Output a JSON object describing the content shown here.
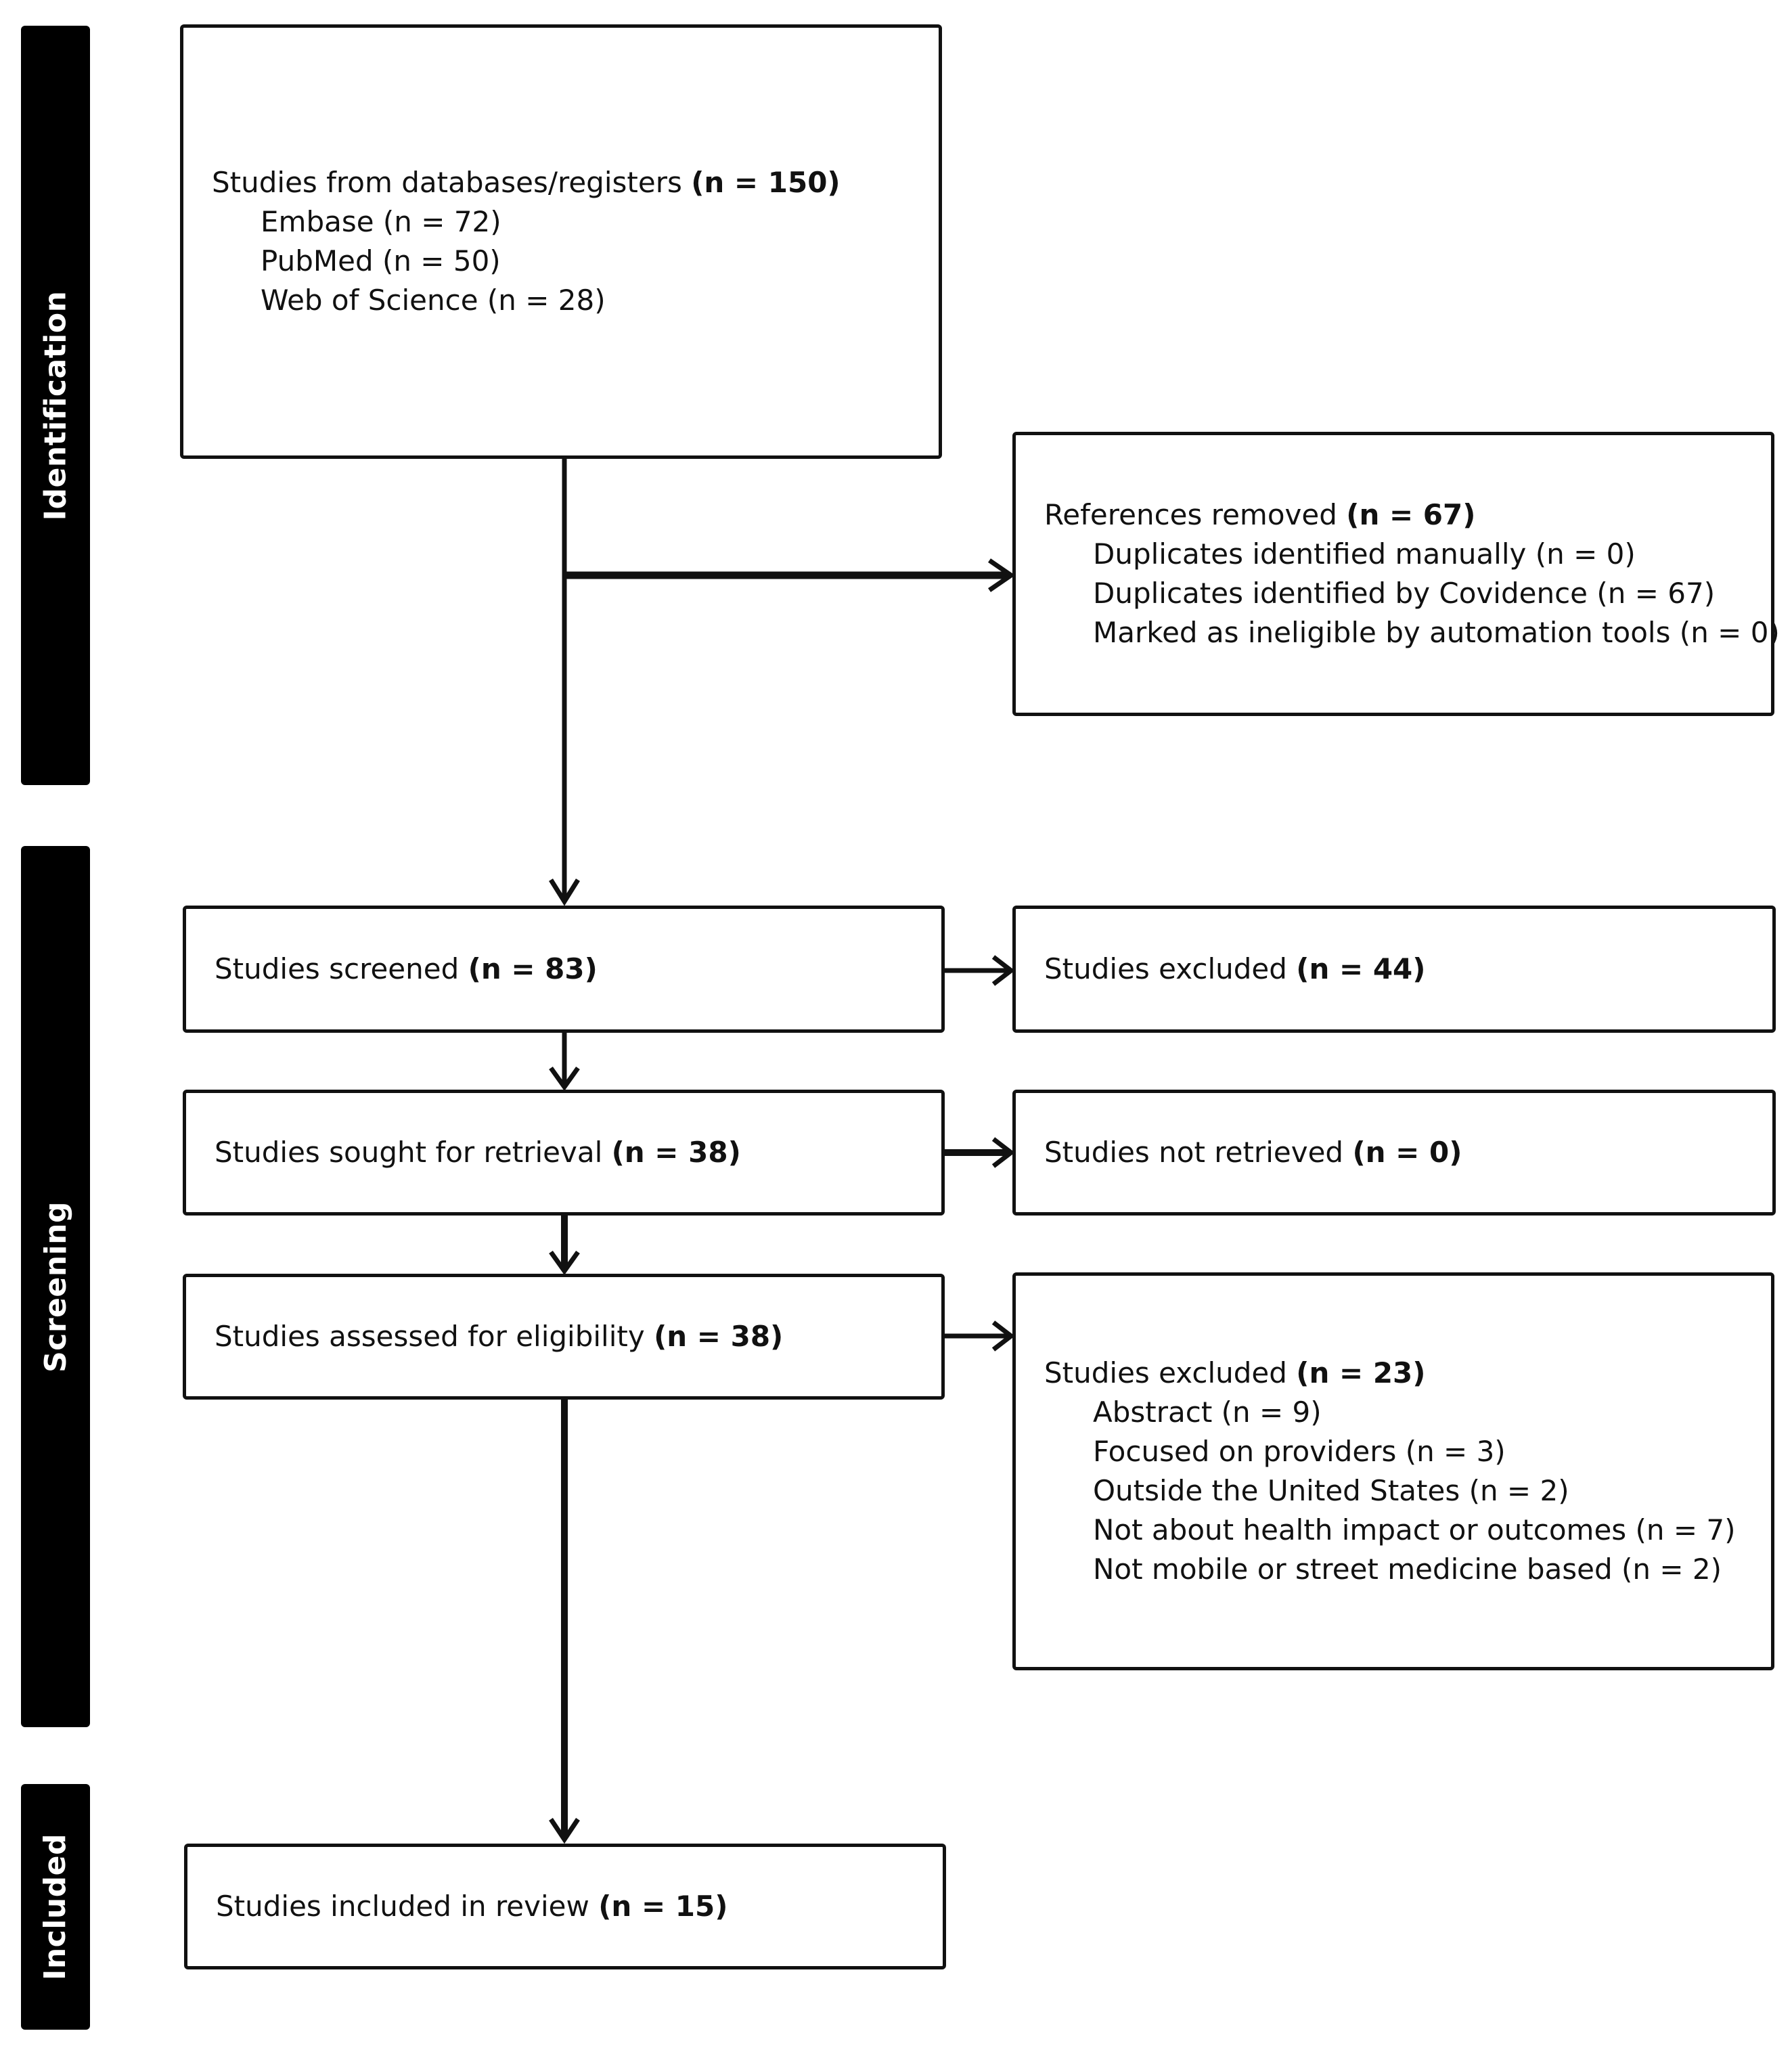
{
  "phases": {
    "identification": "Identification",
    "screening": "Screening",
    "included": "Included"
  },
  "boxes": {
    "identified": {
      "label": "Studies from databases/registers",
      "count": "(n = 150)",
      "items": [
        "Embase (n = 72)",
        "PubMed (n = 50)",
        "Web of Science (n = 28)"
      ]
    },
    "removed": {
      "label": "References removed",
      "count": "(n = 67)",
      "items": [
        "Duplicates identified manually (n = 0)",
        "Duplicates identified by Covidence (n = 67)",
        "Marked as ineligible by automation tools (n = 0)"
      ]
    },
    "screened": {
      "label": "Studies screened",
      "count": "(n = 83)"
    },
    "excluded_screen": {
      "label": "Studies excluded",
      "count": "(n = 44)"
    },
    "sought": {
      "label": "Studies sought for retrieval",
      "count": "(n = 38)"
    },
    "not_retrieved": {
      "label": "Studies not retrieved",
      "count": "(n = 0)"
    },
    "assessed": {
      "label": "Studies assessed for eligibility",
      "count": "(n = 38)"
    },
    "excluded_full": {
      "label": "Studies excluded",
      "count": "(n = 23)",
      "items": [
        "Abstract (n = 9)",
        "Focused on providers (n = 3)",
        "Outside the United States (n = 2)",
        "Not about health impact or outcomes (n = 7)",
        "Not mobile or street medicine based (n = 2)"
      ]
    },
    "included": {
      "label": "Studies included in review",
      "count": "(n = 15)"
    }
  }
}
